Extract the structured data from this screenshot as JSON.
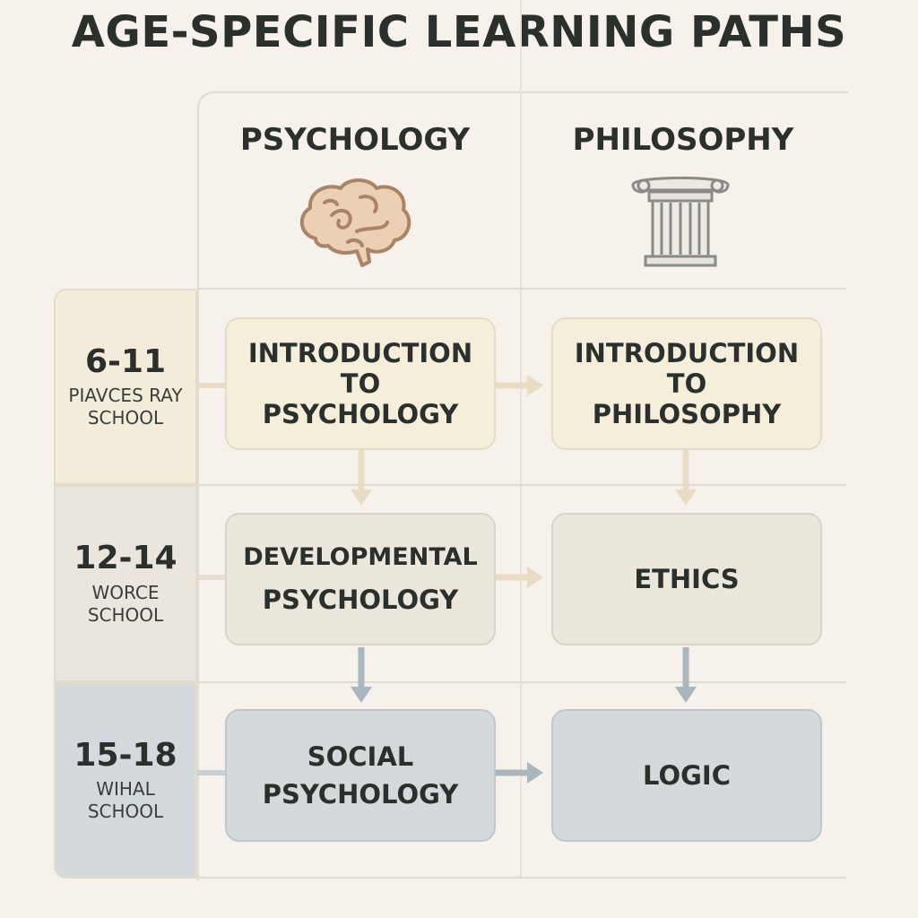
{
  "title": "AGE-SPECIFIC LEARNING PATHS",
  "columns": [
    {
      "label": "PSYCHOLOGY",
      "icon": "brain-icon"
    },
    {
      "label": "PHILOSOPHY",
      "icon": "column-icon"
    }
  ],
  "rows": [
    {
      "age": "6-11",
      "school_line1": "PIAVCES RAY",
      "school_line2": "SCHOOL",
      "psychology_line1": "INTRODUCTION",
      "psychology_line2": "TO",
      "psychology_line3": "PSYCHOLOGY",
      "philosophy_line1": "INTRODUCTION",
      "philosophy_line2": "TO",
      "philosophy_line3": "PHILOSOPHY",
      "band_color": "#f3ecdb"
    },
    {
      "age": "12-14",
      "school_line1": "WORCE",
      "school_line2": "SCHOOL",
      "psychology_line1": "DEVELOPMENTAL",
      "psychology_line2": "PSYCHOLOGY",
      "philosophy_line1": "ETHICS",
      "band_color": "#ebe6dd"
    },
    {
      "age": "15-18",
      "school_line1": "WIHAL",
      "school_line2": "SCHOOL",
      "psychology_line1": "SOCIAL",
      "psychology_line2": "PSYCHOLOGY",
      "philosophy_line1": "LOGIC",
      "band_color": "#d3d9dc"
    }
  ],
  "colors": {
    "background": "#f6f1ea",
    "arrow_warm": "#e8dcc4",
    "arrow_cool": "#a9b6bd",
    "text": "#2c302d"
  }
}
